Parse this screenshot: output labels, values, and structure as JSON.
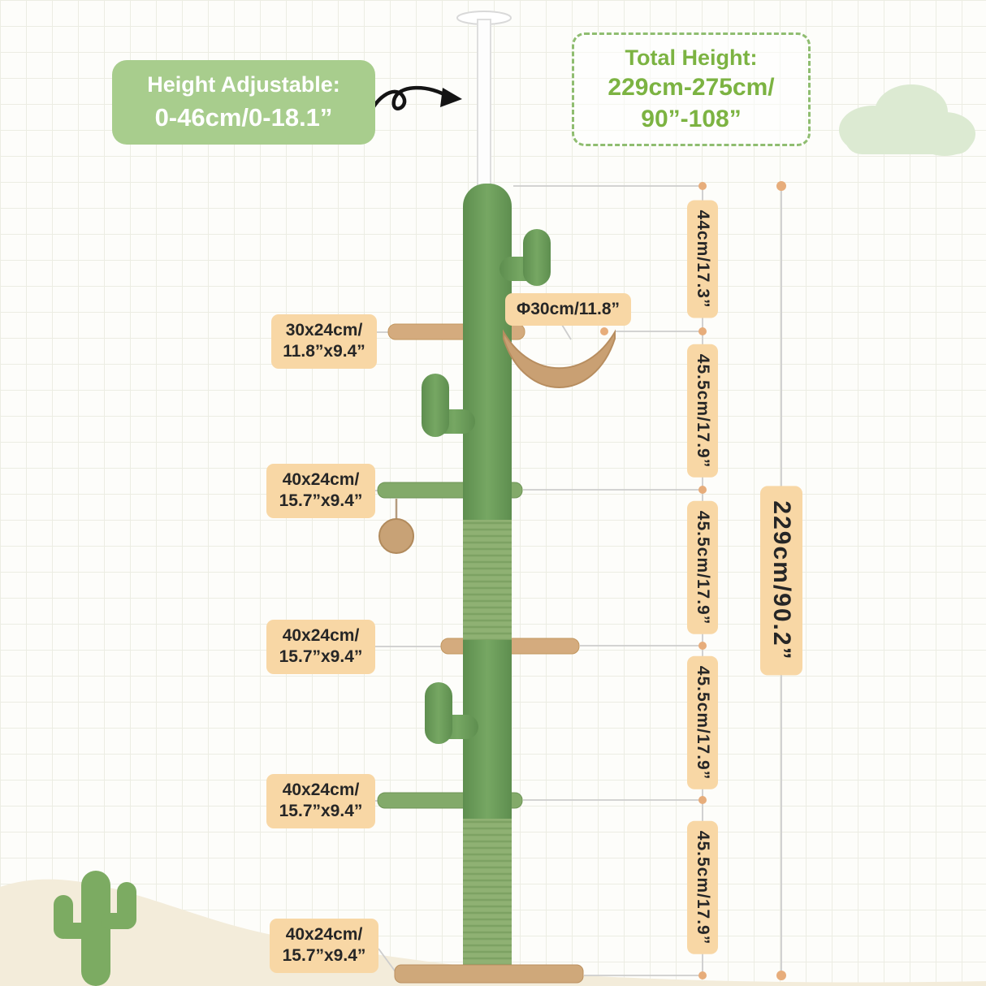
{
  "badges": {
    "height_adjustable": {
      "title": "Height Adjustable:",
      "value": "0-46cm/0-18.1”"
    },
    "total_height": {
      "title": "Total Height:",
      "line1": "229cm-275cm/",
      "line2": "90”-108”"
    }
  },
  "labels": {
    "hammock_diameter": "Φ30cm/11.8”",
    "platforms": [
      {
        "line1": "30x24cm/",
        "line2": "11.8”x9.4”"
      },
      {
        "line1": "40x24cm/",
        "line2": "15.7”x9.4”"
      },
      {
        "line1": "40x24cm/",
        "line2": "15.7”x9.4”"
      },
      {
        "line1": "40x24cm/",
        "line2": "15.7”x9.4”"
      },
      {
        "line1": "40x24cm/",
        "line2": "15.7”x9.4”"
      }
    ],
    "segments": [
      "44cm/17.3”",
      "45.5cm/17.9”",
      "45.5cm/17.9”",
      "45.5cm/17.9”",
      "45.5cm/17.9”"
    ],
    "total_height_side": "229cm/90.2”"
  },
  "colors": {
    "badge_green": "#a8cd8d",
    "accent_green_text": "#7cb342",
    "dashed_border": "#8fbd70",
    "callout_bg": "#f8d7a5",
    "callout_text": "#262626",
    "dimension_line": "#cdcdcd",
    "dimension_dot": "#e7ad7b",
    "tree_green": "#76a763",
    "sisal_green": "#8fb173",
    "wood_tan": "#d4ab7e",
    "cloud_green": "#dcead2",
    "ground_cream": "#f3ecda"
  }
}
